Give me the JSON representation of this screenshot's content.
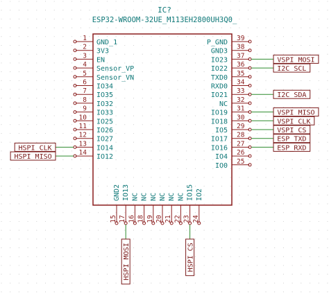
{
  "component": {
    "reference": "IC?",
    "value": "ESP32-WROOM-32UE_M113EH2800UH3Q0_"
  },
  "colors": {
    "body_line": "#8a1c1c",
    "pin_text": "#0d7777",
    "pin_number": "#8a1c1c",
    "wire": "#2e8b2e",
    "label_border": "#7a1a1a",
    "label_text": "#7a1a1a",
    "label_fill": "#ffffff",
    "ref_text": "#0d7777",
    "grid": "#c8c8c8"
  },
  "left_pins": [
    {
      "number": "1",
      "name": "GND_1"
    },
    {
      "number": "2",
      "name": "3V3"
    },
    {
      "number": "3",
      "name": "EN"
    },
    {
      "number": "4",
      "name": "Sensor_VP"
    },
    {
      "number": "5",
      "name": "Sensor_VN"
    },
    {
      "number": "6",
      "name": "IO34"
    },
    {
      "number": "7",
      "name": "IO35"
    },
    {
      "number": "8",
      "name": "IO32"
    },
    {
      "number": "9",
      "name": "IO33"
    },
    {
      "number": "10",
      "name": "IO25"
    },
    {
      "number": "11",
      "name": "IO26"
    },
    {
      "number": "12",
      "name": "IO27"
    },
    {
      "number": "13",
      "name": "IO14",
      "net": "HSPI_CLK"
    },
    {
      "number": "14",
      "name": "IO12",
      "net": "HSPI_MISO"
    }
  ],
  "right_pins": [
    {
      "number": "39",
      "name": "P_GND"
    },
    {
      "number": "38",
      "name": "GND3"
    },
    {
      "number": "37",
      "name": "IO23",
      "net": "VSPI_MOSI"
    },
    {
      "number": "36",
      "name": "IO22",
      "net": "I2C_SCL"
    },
    {
      "number": "35",
      "name": "TXD0"
    },
    {
      "number": "34",
      "name": "RXD0"
    },
    {
      "number": "33",
      "name": "IO21",
      "net": "I2C_SDA"
    },
    {
      "number": "32",
      "name": "NC"
    },
    {
      "number": "31",
      "name": "IO19",
      "net": "VSPI_MISO"
    },
    {
      "number": "30",
      "name": "IO18",
      "net": "VSPI_CLK"
    },
    {
      "number": "29",
      "name": "IO5",
      "net": "VSPI_CS"
    },
    {
      "number": "28",
      "name": "IO17",
      "net": "ESP_TXD"
    },
    {
      "number": "27",
      "name": "IO16",
      "net": "ESP_RXD"
    },
    {
      "number": "26",
      "name": "IO4"
    },
    {
      "number": "25",
      "name": "IO0"
    }
  ],
  "bottom_pins": [
    {
      "number": "15",
      "name": "GND2"
    },
    {
      "number": "17",
      "name": "IO13",
      "net": "HSPI_MOSI"
    },
    {
      "number": "16",
      "name": "NC"
    },
    {
      "number": "18",
      "name": "NC"
    },
    {
      "number": "19",
      "name": "NC"
    },
    {
      "number": "20",
      "name": "NC"
    },
    {
      "number": "21",
      "name": "NC"
    },
    {
      "number": "22",
      "name": "NC"
    },
    {
      "number": "23",
      "name": "IO15",
      "net": "HSPI_CS"
    },
    {
      "number": "24",
      "name": "IO2"
    }
  ]
}
